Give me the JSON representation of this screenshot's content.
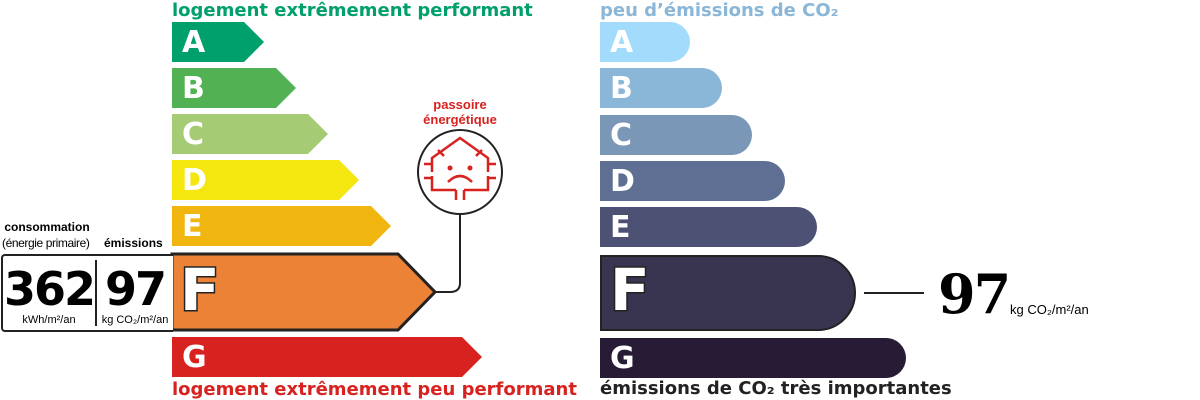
{
  "energy": {
    "top_caption": "logement extrêmement performant",
    "bottom_caption": "logement extrêmement peu performant",
    "classes": [
      {
        "letter": "A",
        "color": "#00a06d"
      },
      {
        "letter": "B",
        "color": "#52b153"
      },
      {
        "letter": "C",
        "color": "#a5cc74"
      },
      {
        "letter": "D",
        "color": "#f4e70f"
      },
      {
        "letter": "E",
        "color": "#f0b50f"
      },
      {
        "letter": "F",
        "color": "#eb8235"
      },
      {
        "letter": "G",
        "color": "#d7221f"
      }
    ],
    "current_class": "F",
    "consumption_label": "consommation",
    "consumption_sublabel": "(énergie primaire)",
    "emissions_label": "émissions",
    "consumption_value": "362",
    "consumption_unit": "kWh/m²/an",
    "emissions_value": "97",
    "emissions_unit": "kg CO₂/m²/an",
    "passoire_line1": "passoire",
    "passoire_line2": "énergétique"
  },
  "climate": {
    "top_caption": "peu d’émissions de CO₂",
    "bottom_caption": "émissions de CO₂ très importantes",
    "classes": [
      {
        "letter": "A",
        "color": "#a3dbfc"
      },
      {
        "letter": "B",
        "color": "#8ab6d7"
      },
      {
        "letter": "C",
        "color": "#7a97b7"
      },
      {
        "letter": "D",
        "color": "#5f6f93"
      },
      {
        "letter": "E",
        "color": "#4d5174"
      },
      {
        "letter": "F",
        "color": "#393551"
      },
      {
        "letter": "G",
        "color": "#281b35"
      }
    ],
    "current_class": "F",
    "value": "97",
    "unit": "kg CO₂/m²/an"
  }
}
